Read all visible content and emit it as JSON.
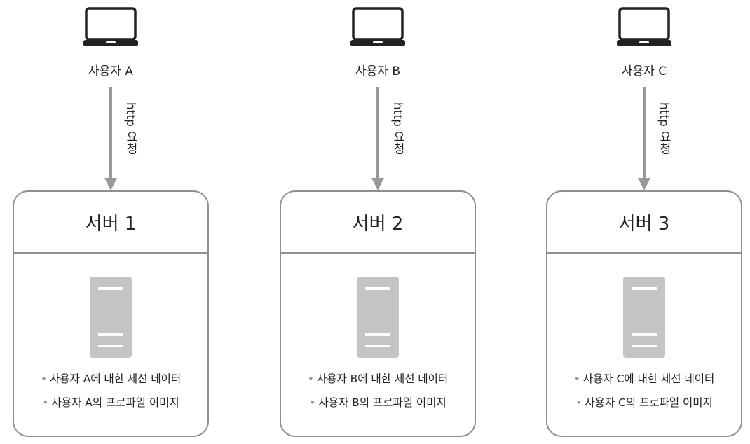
{
  "colors": {
    "line": "#8f8f8f",
    "arrow": "#999999",
    "server": "#c4c4c4",
    "text": "#222222",
    "laptop": "#222222"
  },
  "icons": {
    "client": "laptop-icon",
    "server": "server-rack-icon",
    "flow": "arrow-down-icon"
  },
  "columns": [
    {
      "user_label": "사용자 A",
      "request_label": "http 요청",
      "server_title": "서버 1",
      "items": [
        "사용자 A에 대한 세션 데이터",
        "사용자 A의 프로파일 이미지"
      ]
    },
    {
      "user_label": "사용자 B",
      "request_label": "http 요청",
      "server_title": "서버 2",
      "items": [
        "사용자 B에 대한 세션 데이터",
        "사용자 B의 프로파일 이미지"
      ]
    },
    {
      "user_label": "사용자 C",
      "request_label": "http 요청",
      "server_title": "서버 3",
      "items": [
        "사용자 C에 대한 세션 데이터",
        "사용자 C의 프로파일 이미지"
      ]
    }
  ]
}
